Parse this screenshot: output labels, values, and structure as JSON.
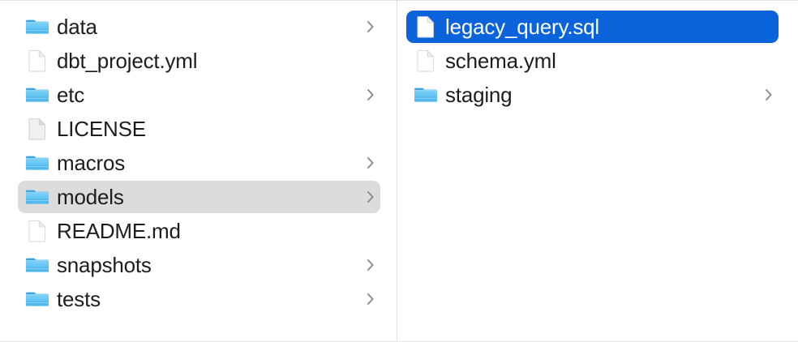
{
  "window": {
    "view_mode": "column",
    "accent_color": "#0a63da",
    "inactive_selection_color": "#dcdcdc",
    "folder_icon_color": "#5ac8f5",
    "text_color": "#1d1d1f",
    "chevron_color": "#8a8a8e"
  },
  "columns": [
    {
      "name": "parent-column",
      "items": [
        {
          "label": "data",
          "kind": "folder",
          "icon": "folder-icon",
          "has_chevron": true,
          "selected": false,
          "selection_style": "none"
        },
        {
          "label": "dbt_project.yml",
          "kind": "file",
          "icon": "file-icon",
          "has_chevron": false,
          "selected": false,
          "selection_style": "none"
        },
        {
          "label": "etc",
          "kind": "folder",
          "icon": "folder-icon",
          "has_chevron": true,
          "selected": false,
          "selection_style": "none"
        },
        {
          "label": "LICENSE",
          "kind": "file",
          "icon": "file-plain-icon",
          "has_chevron": false,
          "selected": false,
          "selection_style": "none"
        },
        {
          "label": "macros",
          "kind": "folder",
          "icon": "folder-icon",
          "has_chevron": true,
          "selected": false,
          "selection_style": "none"
        },
        {
          "label": "models",
          "kind": "folder",
          "icon": "folder-icon",
          "has_chevron": true,
          "selected": true,
          "selection_style": "inactive"
        },
        {
          "label": "README.md",
          "kind": "file",
          "icon": "file-icon",
          "has_chevron": false,
          "selected": false,
          "selection_style": "none"
        },
        {
          "label": "snapshots",
          "kind": "folder",
          "icon": "folder-icon",
          "has_chevron": true,
          "selected": false,
          "selection_style": "none"
        },
        {
          "label": "tests",
          "kind": "folder",
          "icon": "folder-icon",
          "has_chevron": true,
          "selected": false,
          "selection_style": "none"
        }
      ]
    },
    {
      "name": "child-column",
      "items": [
        {
          "label": "legacy_query.sql",
          "kind": "file",
          "icon": "file-icon",
          "has_chevron": false,
          "selected": true,
          "selection_style": "active"
        },
        {
          "label": "schema.yml",
          "kind": "file",
          "icon": "file-icon",
          "has_chevron": false,
          "selected": false,
          "selection_style": "none"
        },
        {
          "label": "staging",
          "kind": "folder",
          "icon": "folder-icon",
          "has_chevron": true,
          "selected": false,
          "selection_style": "none"
        }
      ]
    }
  ]
}
